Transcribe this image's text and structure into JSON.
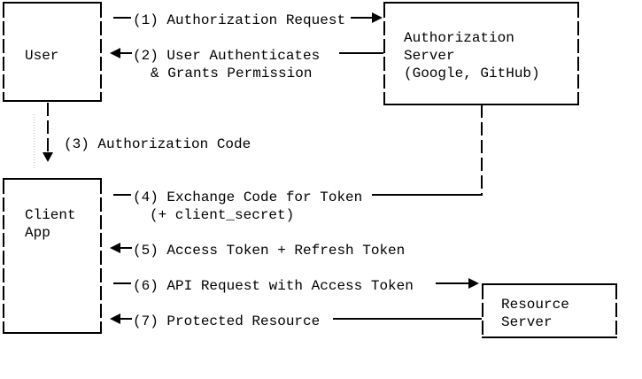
{
  "boxes": {
    "user": {
      "lines": [
        "User"
      ]
    },
    "authorization_server": {
      "lines": [
        "Authorization",
        "Server",
        "(Google, GitHub)"
      ]
    },
    "client_app": {
      "lines": [
        "Client",
        "App"
      ]
    },
    "resource_server": {
      "lines": [
        "Resource",
        "Server"
      ]
    }
  },
  "flows": {
    "f1": {
      "label": "(1) Authorization Request"
    },
    "f2": {
      "label": "(2) User Authenticates",
      "label2": "& Grants Permission"
    },
    "f3": {
      "label": "(3) Authorization Code"
    },
    "f4": {
      "label": "(4) Exchange Code for Token",
      "label2": "(+ client_secret)"
    },
    "f5": {
      "label": "(5) Access Token + Refresh Token"
    },
    "f6": {
      "label": "(6) API Request with Access Token"
    },
    "f7": {
      "label": "(7) Protected Resource"
    }
  },
  "colors": {
    "line": "#000000",
    "text": "#000000",
    "background": "#ffffff",
    "guide_dots": "#b4b4b4"
  }
}
